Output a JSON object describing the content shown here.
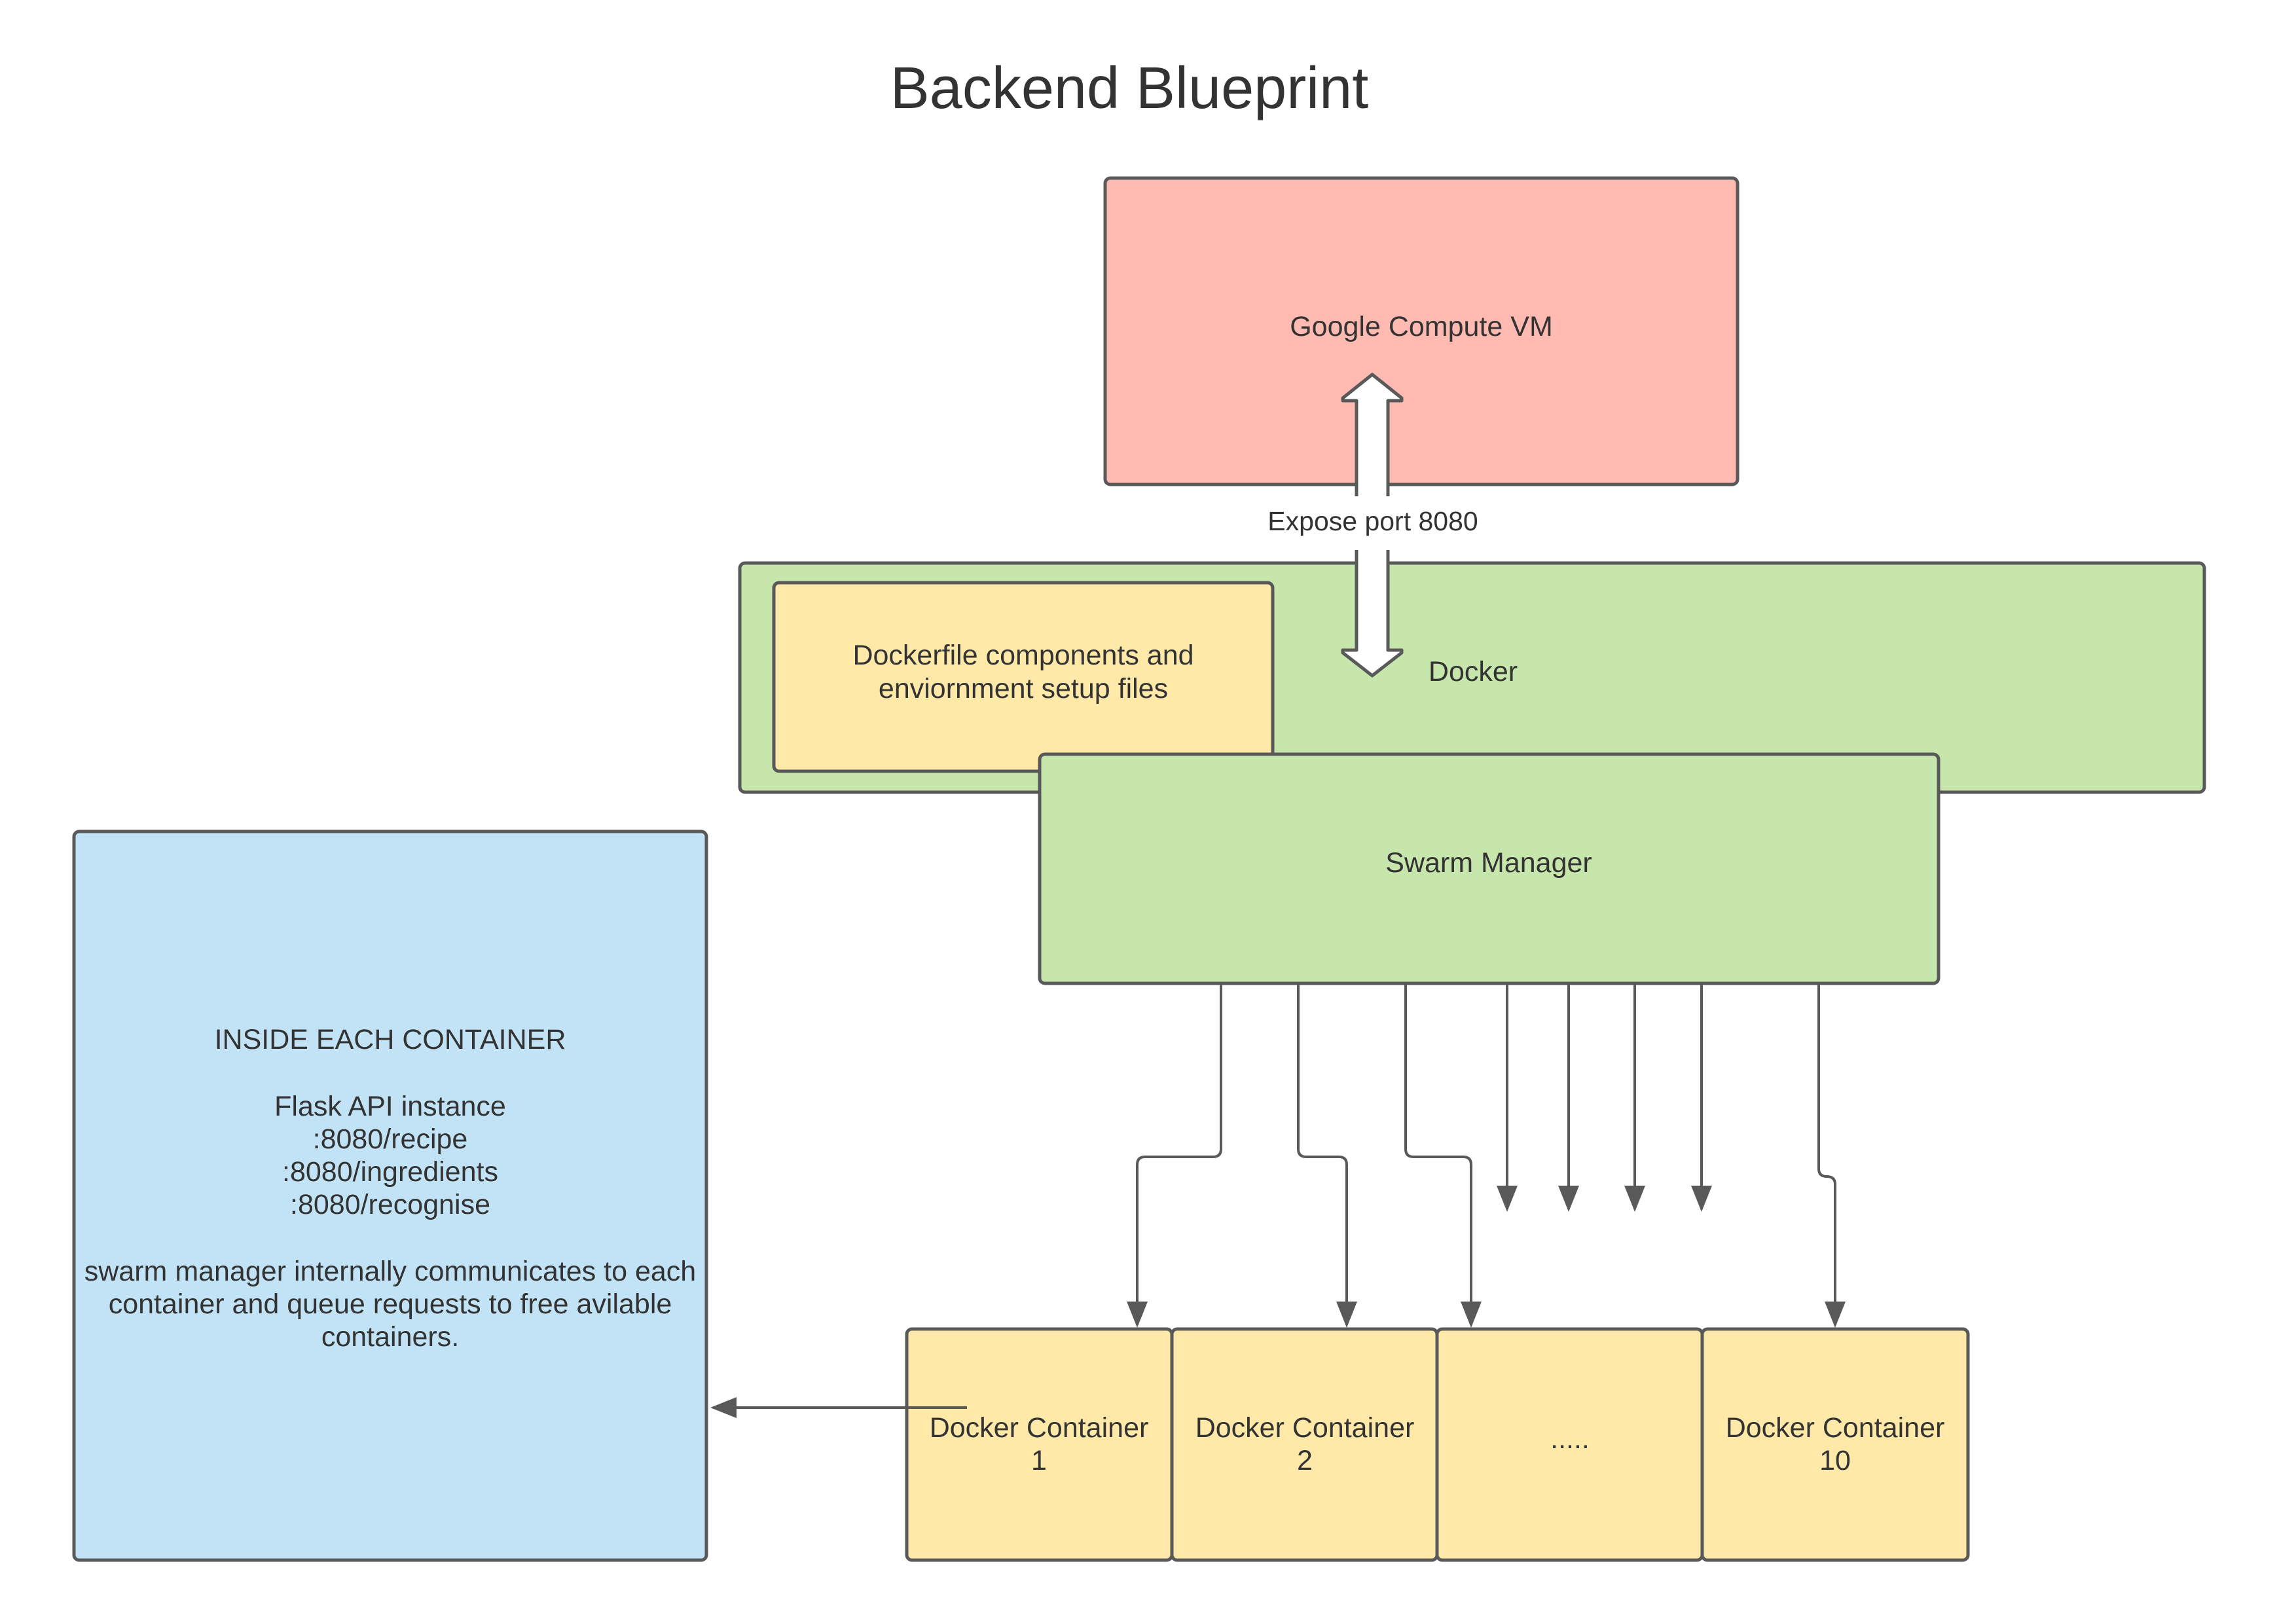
{
  "title": "Backend Blueprint",
  "colors": {
    "vm_fill": "#ffbbb1",
    "docker_fill": "#c7e6ac",
    "file_fill": "#ffe9a8",
    "container_fill": "#ffe9a8",
    "info_fill": "#c1e3f5",
    "stroke": "#595959",
    "text": "#333333"
  },
  "nodes": {
    "google_vm": "Google Compute VM",
    "docker": "Docker",
    "dockerfile_line1": "Dockerfile components and",
    "dockerfile_line2": "enviornment setup files",
    "swarm_manager": "Swarm Manager",
    "containers": [
      {
        "line1": "Docker Container",
        "line2": "1"
      },
      {
        "line1": "Docker Container",
        "line2": "2"
      },
      {
        "line1": ".....",
        "line2": ""
      },
      {
        "line1": "Docker Container",
        "line2": "10"
      }
    ]
  },
  "edges": {
    "expose_label": "Expose port 8080"
  },
  "info_box": {
    "heading": "INSIDE EACH CONTAINER",
    "api_line": "Flask API instance",
    "endpoints": [
      ":8080/recipe",
      ":8080/ingredients",
      ":8080/recognise"
    ],
    "note_lines": [
      "swarm manager internally communicates to each",
      "container and  queue requests to free avilable",
      "containers."
    ]
  }
}
